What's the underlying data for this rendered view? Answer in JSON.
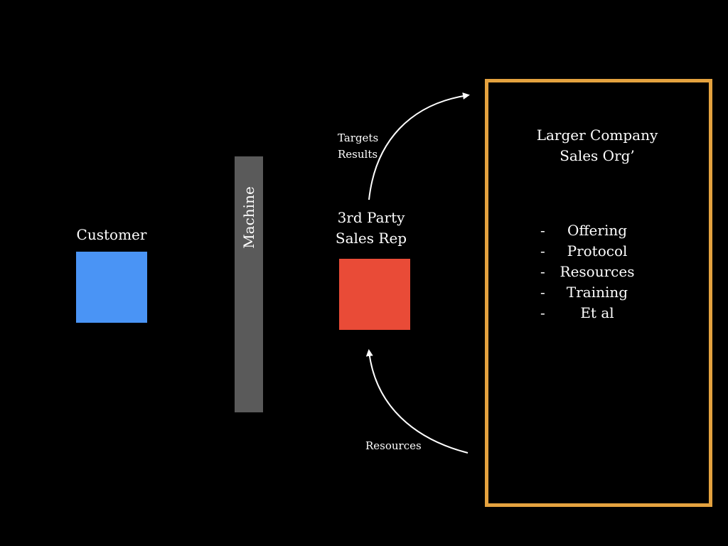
{
  "customer": {
    "label": "Customer"
  },
  "machine": {
    "label": "Machine"
  },
  "rep": {
    "line1": "3rd Party",
    "line2": "Sales Rep"
  },
  "flows": {
    "up_line1": "Targets",
    "up_line2": "Results",
    "down": "Resources"
  },
  "org": {
    "title_line1": "Larger Company",
    "title_line2": "Sales Org’",
    "dash": "-",
    "items": [
      "Offering",
      "Protocol",
      "Resources",
      "Training",
      "Et al"
    ]
  },
  "colors": {
    "background": "#000000",
    "customer": "#4a94f5",
    "machine": "#5a5a5a",
    "rep": "#e94b37",
    "org_border": "#e4a23f",
    "text": "#ffffff"
  }
}
